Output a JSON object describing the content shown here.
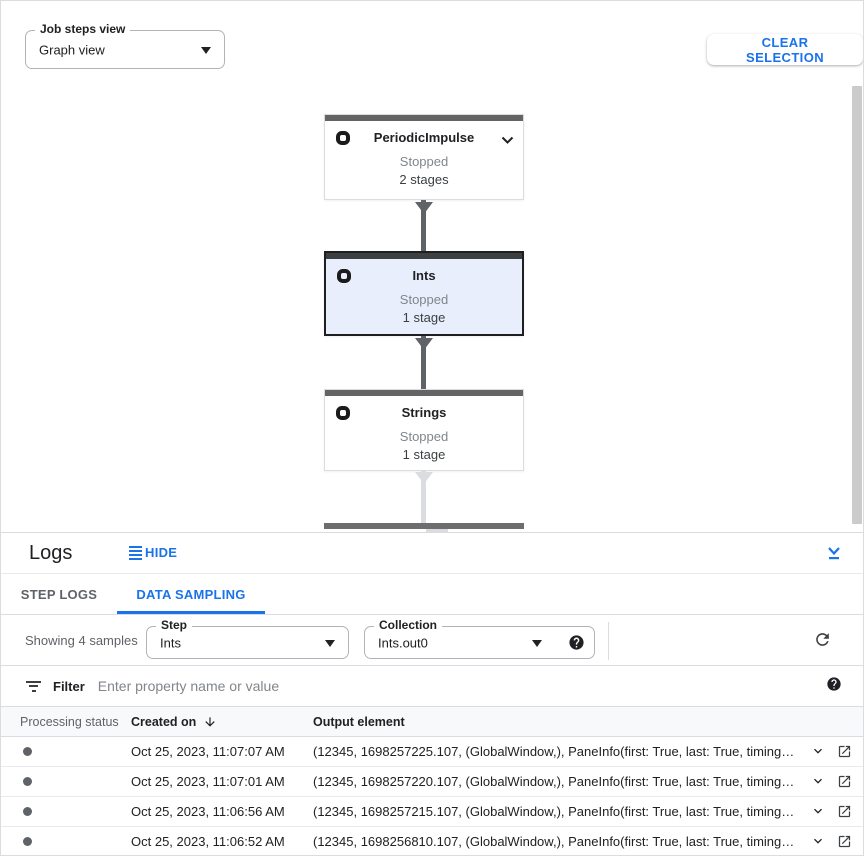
{
  "header": {
    "job_steps_view": {
      "label": "Job steps view",
      "value": "Graph view"
    },
    "clear_selection_label": "CLEAR SELECTION"
  },
  "graph": {
    "nodes": [
      {
        "title": "PeriodicImpulse",
        "status": "Stopped",
        "stages": "2 stages",
        "selected": false
      },
      {
        "title": "Ints",
        "status": "Stopped",
        "stages": "1 stage",
        "selected": true
      },
      {
        "title": "Strings",
        "status": "Stopped",
        "stages": "1 stage",
        "selected": false
      }
    ]
  },
  "logs": {
    "title": "Logs",
    "hide_label": "HIDE",
    "tabs": [
      {
        "label": "STEP LOGS",
        "active": false
      },
      {
        "label": "DATA SAMPLING",
        "active": true
      }
    ],
    "toolbar": {
      "showing": "Showing 4 samples",
      "step": {
        "label": "Step",
        "value": "Ints"
      },
      "collection": {
        "label": "Collection",
        "value": "Ints.out0"
      }
    },
    "filter": {
      "label": "Filter",
      "placeholder": "Enter property name or value"
    },
    "table": {
      "columns": [
        "Processing status",
        "Created on",
        "Output element"
      ],
      "rows": [
        {
          "created": "Oct 25, 2023, 11:07:07 AM",
          "output": "(12345, 1698257225.107, (GlobalWindow,), PaneInfo(first: True, last: True, timing…"
        },
        {
          "created": "Oct 25, 2023, 11:07:01 AM",
          "output": "(12345, 1698257220.107, (GlobalWindow,), PaneInfo(first: True, last: True, timing…"
        },
        {
          "created": "Oct 25, 2023, 11:06:56 AM",
          "output": "(12345, 1698257215.107, (GlobalWindow,), PaneInfo(first: True, last: True, timing…"
        },
        {
          "created": "Oct 25, 2023, 11:06:52 AM",
          "output": "(12345, 1698256810.107, (GlobalWindow,), PaneInfo(first: True, last: True, timing…"
        }
      ]
    }
  },
  "icons": {
    "dropdown-icon": "triangle-down",
    "chevron-down-icon": "chevron-down",
    "collapse-panel-icon": "chevron-down-with-underline",
    "hide-icon": "four-horizontal-bars",
    "filter-icon": "funnel-bars",
    "sort-descending-icon": "arrow-down",
    "help-icon": "question-mark-in-circle",
    "refresh-icon": "circular-arrow",
    "open-in-new-icon": "box-with-arrow",
    "step-icon": "bold-ring",
    "status-dot-icon": "filled-circle"
  },
  "colors": {
    "accent_blue": "#1a73e8",
    "text_dark": "#202124",
    "text_gray": "#5f6368",
    "status_gray": "#80868b",
    "border": "#dadce0",
    "selected_node_bg": "#e8eefb",
    "node_topbar": "#646464",
    "edge_dark": "#5f6368",
    "edge_light": "#dadce0"
  }
}
